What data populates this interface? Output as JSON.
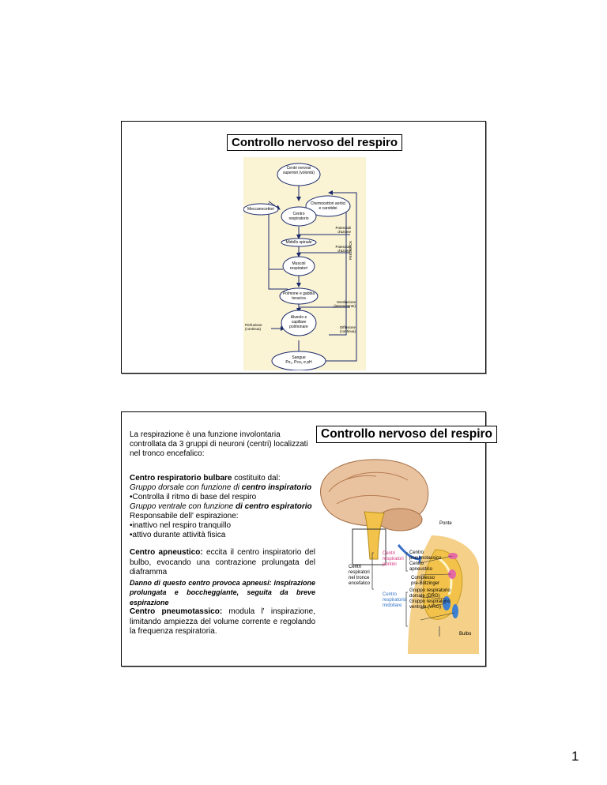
{
  "slide1": {
    "title": "Controllo nervoso del respiro",
    "diagram": {
      "nodes": {
        "centri_nervosi": "Centri nervosi superiori (volontà)",
        "meccanocettori": "Meccanocettori",
        "chemocettori": "Chemocettori aortici e carotidei",
        "centro_resp": "Centro respiratorio",
        "midollo": "Midollo spinale",
        "muscoli": "Muscoli respiratori",
        "polmone": "Polmone e gabbia toracica",
        "alveolo": "Alveolo e capillare polmonare",
        "sangue": "Sangue",
        "sangue_sub": "Po₂, Pco₂ e pH"
      },
      "labels": {
        "potenziali1": "Potenziali d'azione",
        "potenziali2": "Potenziali d'azione",
        "ventilazione": "Ventilazione",
        "ventilazione_sub": "(intermittente)",
        "perfusione": "Perfusione",
        "perfusione_sub": "(continua)",
        "diffusione": "Diffusione",
        "diffusione_sub": "(continua)",
        "feedback": "FEEDBACK"
      }
    }
  },
  "slide2": {
    "title": "Controllo nervoso del respiro",
    "intro": "La respirazione è una funzione involontaria controllata da 3 gruppi di neuroni (centri) localizzati nel tronco encefalico:",
    "bulbare_head": "Centro respiratorio bulbare",
    "bulbare_tail": " costituito dal:",
    "dorsale_pre": "Gruppo dorsale con funzione di ",
    "dorsale_bold": "centro inspiratorio",
    "dorsale_item": "•Controlla il ritmo di base del respiro",
    "ventrale_pre": "Gruppo ventrale con funzione ",
    "ventrale_bold": "di centro espiratorio",
    "ventrale_resp": "Responsabile dell' espirazione:",
    "ventrale_item1": "•inattivo nel respiro tranquillo",
    "ventrale_item2": "•attivo durante attività fisica",
    "apneustico_head": "Centro apneustico:",
    "apneustico_text": " eccita il centro inspiratorio del bulbo, evocando una contrazione prolungata del diaframma",
    "apneustico_danno": "Danno di questo centro provoca apneusi: inspirazione prolungata e boccheggiante, seguita da breve espirazione",
    "pneumo_head": "Centro pneumotassico:",
    "pneumo_text": " modula l' inspirazione, limitando ampiezza del volume corrente e regolando la frequenza respiratoria.",
    "figure": {
      "ponte": "Ponte",
      "centri_pontini": "Centri respiratori pontini",
      "centri_tronco": "Centri respiratori nel tronce encefalico",
      "centro_midollare": "Centro respiratorio midollare",
      "pneumotassico": "Centro pneumotassico",
      "apneustico": "Centro apneustico",
      "prebotzinger": "Complesso pre-Bötzinger",
      "drg": "Gruppo respiratorio dorsale (DRG)",
      "vrg": "Gruppo respiratorio ventrale (VRG)",
      "bulbo": "Bulbo"
    }
  },
  "page_number": "1"
}
